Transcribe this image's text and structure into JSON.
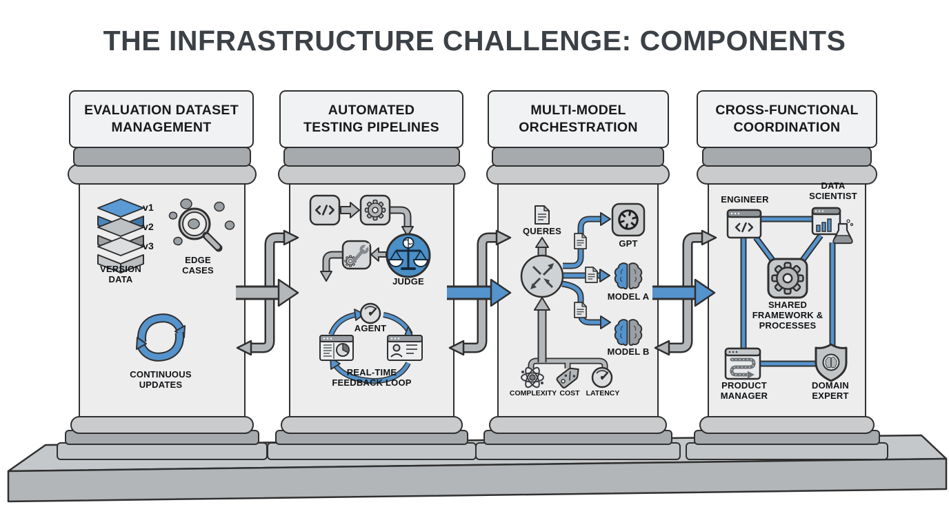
{
  "title": "THE INFRASTRUCTURE CHALLENGE: COMPONENTS",
  "colors": {
    "accent_blue": "#5593cc",
    "judge_blue": "#4a8fc7",
    "outline": "#2f2f2f",
    "gray_arrow": "#b4b7ba",
    "panel_light": "#f1f2f3"
  },
  "pillars": [
    {
      "title_lines": [
        "EVALUATION DATASET",
        "MANAGEMENT"
      ],
      "items": {
        "version_data": {
          "label": "VERSION DATA",
          "icon": "layer-stack-icon",
          "layers": [
            "v1",
            "v2",
            "v3"
          ]
        },
        "edge_cases": {
          "label": "EDGE CASES",
          "icon": "magnifier-blobs-icon"
        },
        "continuous_updates": {
          "label": "CONTINUOUS UPDATES",
          "icon": "refresh-cycle-icon"
        }
      }
    },
    {
      "title_lines": [
        "AUTOMATED",
        "TESTING PIPELINES"
      ],
      "items": {
        "judge": {
          "label": "JUDGE",
          "icon": "balance-scale-icon"
        },
        "agent": {
          "label": "AGENT",
          "icon": "gauge-icon"
        },
        "feedback_loop": {
          "label": "REAL-TIME FEEDBACK LOOP",
          "icon": "feedback-loop-icon"
        }
      }
    },
    {
      "title_lines": [
        "MULTI-MODEL",
        "ORCHESTRATION"
      ],
      "items": {
        "queries": {
          "label": "QUERES",
          "icon": "document-icon"
        },
        "gpt": {
          "label": "GPT",
          "icon": "gpt-logo-icon"
        },
        "model_a": {
          "label": "MODEL A",
          "icon": "brain-icon"
        },
        "model_b": {
          "label": "MODEL B",
          "icon": "brain-icon"
        },
        "complexity": {
          "label": "COMPLEXITY",
          "icon": "atom-icon"
        },
        "cost": {
          "label": "COST",
          "icon": "price-tag-icon"
        },
        "latency": {
          "label": "LATENCY",
          "icon": "gauge-icon"
        }
      }
    },
    {
      "title_lines": [
        "CROSS-FUNCTIONAL",
        "COORDINATION"
      ],
      "items": {
        "engineer": {
          "label": "ENGINEER",
          "icon": "code-window-icon"
        },
        "data_scientist": {
          "label": "DATA SCIENTIST",
          "icon": "chart-flask-icon"
        },
        "shared_framework": {
          "label": "SHARED FRAMEWORK & PROCESSES",
          "icon": "gear-icon"
        },
        "product_manager": {
          "label": "PRODUCT MANAGER",
          "icon": "roadmap-window-icon"
        },
        "domain_expert": {
          "label": "DOMAIN EXPERT",
          "icon": "shield-brain-icon"
        }
      }
    }
  ]
}
